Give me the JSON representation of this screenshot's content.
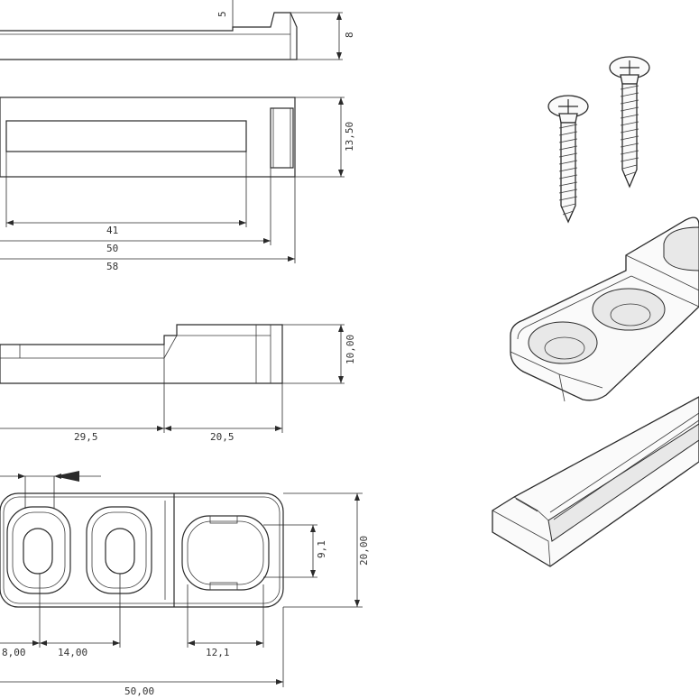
{
  "dimensions": {
    "top_view": {
      "d5": "5",
      "d8": "8"
    },
    "plan_view": {
      "d13_50": "13,50",
      "d41": "41",
      "d50": "50",
      "d58": "58"
    },
    "side_view": {
      "d10_00": "10,00",
      "d29_5": "29,5",
      "d20_5": "20,5"
    },
    "bottom_view": {
      "d20_00": "20,00",
      "d9_1": "9,1",
      "d8_00": "8,00",
      "d14_00": "14,00",
      "d12_1": "12,1",
      "d50_00": "50,00"
    }
  },
  "colors": {
    "line": "#2a2a2a",
    "background": "#ffffff"
  }
}
